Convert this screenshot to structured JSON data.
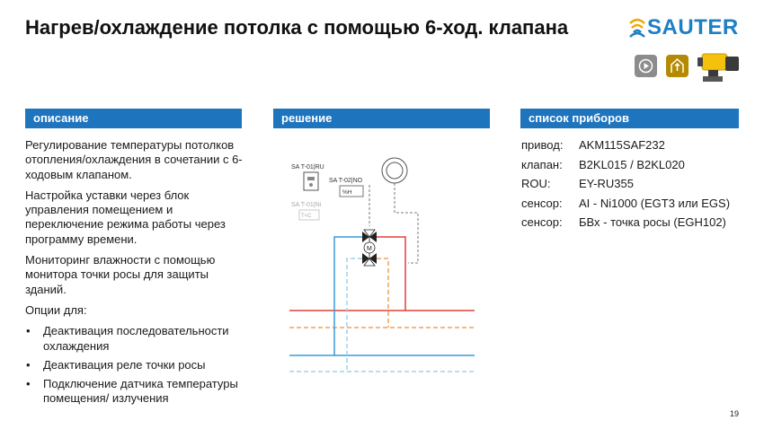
{
  "slide": {
    "title": "Нагрев/охлаждение потолка с помощью 6-ход. клапана",
    "page_number": "19"
  },
  "logo": {
    "text": "SAUTER",
    "color": "#1d7fc4"
  },
  "badges": [
    {
      "icon": "play-circle-icon",
      "color": "#8c8c8c"
    },
    {
      "icon": "building-arrow-icon",
      "color": "#b58a00"
    }
  ],
  "colors": {
    "header": "#1f74be",
    "red": "#e0413c",
    "blue": "#3a9ad9",
    "orange": "#f0a05a",
    "light_blue": "#9fd0ee"
  },
  "headers": {
    "description": "описание",
    "solution": "решение",
    "devices": "список приборов"
  },
  "description": {
    "paragraphs": [
      "Регулирование температуры потолков отопления/охлаждения в сочетании с 6-ходовым клапаном.",
      "Настройка уставки через блок управления помещением и переключение режима работы через программу времени.",
      "Мониторинг влажности с помощью монитора точки росы для защиты зданий.",
      "Опции для:"
    ],
    "bullets": [
      "Деактивация последовательности охлаждения",
      "Деактивация реле точки росы",
      "Подключение датчика температуры помещения/ излучения"
    ]
  },
  "diagram": {
    "label_ru": "SA T-01|RU",
    "label_no": "SA T-02|NO",
    "label_ni": "SA T-01|Ni",
    "sensor_text": "%H",
    "temp_text": "T<C",
    "motor_text": "M"
  },
  "devices": [
    {
      "key": "привод:",
      "value": "AKM115SAF232"
    },
    {
      "key": "клапан:",
      "value": "B2KL015 / B2KL020"
    },
    {
      "key": "ROU:",
      "value": "EY-RU355"
    },
    {
      "key": "сенсор:",
      "value": "AI - Ni1000 (EGT3 или EGS)"
    },
    {
      "key": "сенсор:",
      "value": "БВх - точка росы (EGH102)"
    }
  ]
}
